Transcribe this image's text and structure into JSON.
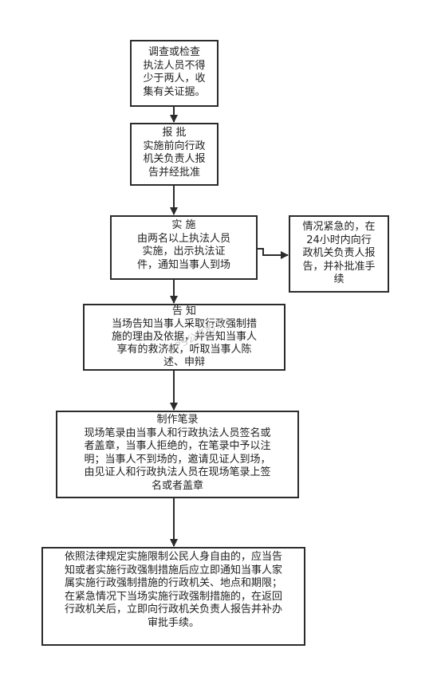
{
  "steps": [
    {
      "lines": [
        "调查或检查",
        "执法人员不得",
        "少于两人，收",
        "集有关证据。"
      ]
    },
    {
      "lines": [
        "报  批",
        "实施前向行政",
        "机关负责人报",
        "告并经批准"
      ]
    },
    {
      "lines": [
        "实  施",
        "由两名以上执法人员",
        "实施，出示执法证",
        "件，通知当事人到场"
      ]
    },
    {
      "lines": [
        "情况紧急的，在",
        "24小时内向行",
        "政机关负责人报",
        "告，并补批准手",
        "续"
      ]
    },
    {
      "lines": [
        "告  知",
        "当场告知当事人采取行政强制措",
        "施的理由及依据，并告知当事人",
        "享有的救济权，听取当事人陈",
        "述、申辩"
      ]
    },
    {
      "lines": [
        "制作笔录",
        "现场笔录由当事人和行政执法人员签名或",
        "者盖章，当事人拒绝的，在笔录中予以注",
        "明；当事人不到场的，邀请见证人到场，",
        "由见证人和行政执法人员在现场笔录上签",
        "名或者盖章"
      ]
    },
    {
      "lines": [
        "依照法律规定实施限制公民人身自由的，应当告",
        "知或者实施行政强制措施后应立即通知当事人家",
        "属实施行政强制措施的行政机关、地点和期限；",
        "在紧急情况下当场实施行政强制措施的，在返回",
        "行政机关后，立即向行政机关负责人报告并补办",
        "审批手续。"
      ]
    }
  ],
  "watermark": "WPS公文的力"
}
